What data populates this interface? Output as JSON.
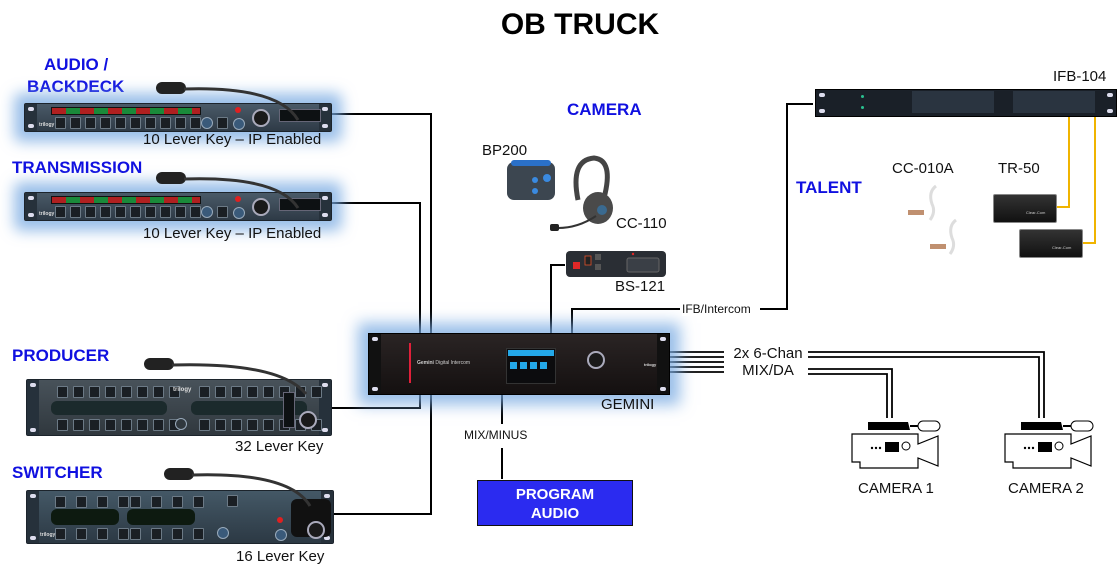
{
  "title": "OB TRUCK",
  "sections": {
    "audio_backdeck": "AUDIO /",
    "audio_backdeck_2": "BACKDECK",
    "transmission": "TRANSMISSION",
    "producer": "PRODUCER",
    "switcher": "SWITCHER",
    "camera": "CAMERA",
    "talent": "TALENT"
  },
  "panels": {
    "audio_backdeck_caption": "10 Lever Key – IP Enabled",
    "transmission_caption": "10 Lever Key – IP Enabled",
    "producer_caption": "32 Lever Key",
    "switcher_caption": "16 Lever Key",
    "brand": "trilogy"
  },
  "devices": {
    "bp200": "BP200",
    "cc110": "CC-110",
    "bs121": "BS-121",
    "cc010a": "CC-010A",
    "tr50": "TR-50",
    "ifb104": "IFB-104",
    "gemini": "GEMINI",
    "gemini_brand": "Gemini",
    "gemini_sub": "Digital Intercom",
    "camera1": "CAMERA 1",
    "camera2": "CAMERA 2",
    "tr50_brand": "Clear-Com"
  },
  "links": {
    "ifb_intercom": "IFB/Intercom",
    "mix_minus": "MIX/MINUS",
    "mix_da_1": "2x 6-Chan",
    "mix_da_2": "MIX/DA"
  },
  "program_audio": {
    "line1": "PROGRAM",
    "line2": "AUDIO"
  },
  "colors": {
    "label_blue": "#1010e0",
    "program_box": "#2b2bf0",
    "glow": "#78aae1",
    "ifb_cable": "#f0b400"
  }
}
